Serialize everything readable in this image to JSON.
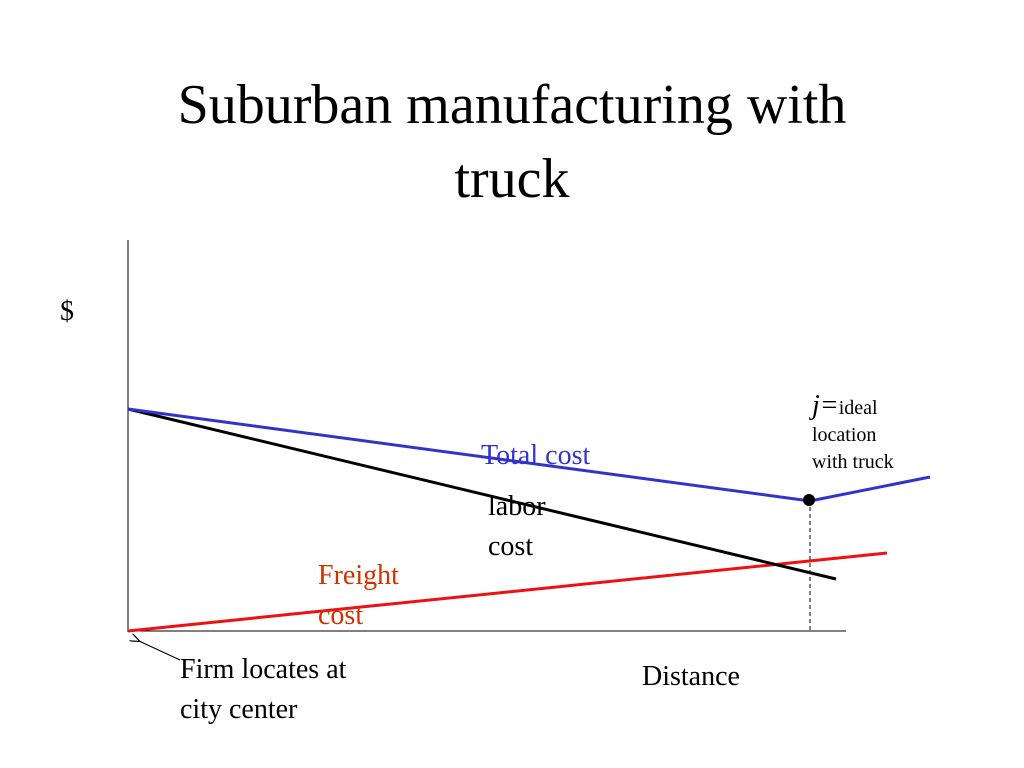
{
  "title_line1": "Suburban manufacturing with",
  "title_line2": "truck",
  "y_axis_label": "$",
  "x_axis_label": "Distance",
  "curves": {
    "total_cost": "Total cost",
    "labor_cost_line1": "labor",
    "labor_cost_line2": "cost",
    "freight_cost_line1": "Freight",
    "freight_cost_line2": "cost"
  },
  "annotation": {
    "j_symbol": "j=",
    "line1": "ideal",
    "line2": "location",
    "line3": "with truck"
  },
  "origin_note": {
    "line1": "Firm locates at",
    "line2": "city center"
  },
  "colors": {
    "total_cost": "#3333cc",
    "labor_cost": "#000000",
    "freight_cost": "#ee1111",
    "freight_label": "#cc3300"
  }
}
